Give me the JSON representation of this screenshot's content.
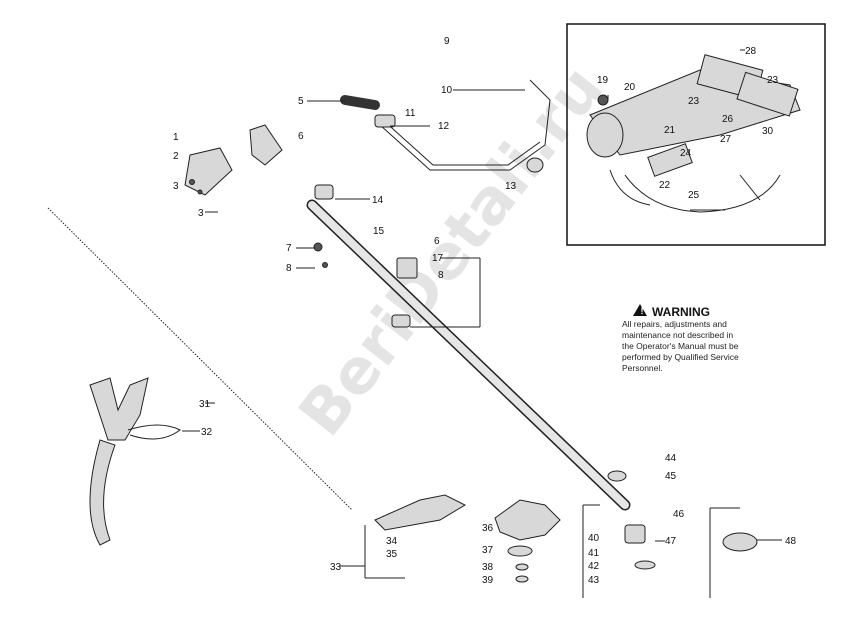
{
  "watermark": "BeriDetali.ru",
  "warning": {
    "title": "WARNING",
    "lines": [
      "All repairs, adjustments and",
      "maintenance not described in",
      "the Operator's Manual must be",
      "performed by Qualified Service",
      "Personnel."
    ]
  },
  "callouts": {
    "c1": "1",
    "c2": "2",
    "c3a": "3",
    "c3b": "3",
    "c5": "5",
    "c6a": "6",
    "c6b": "6",
    "c7": "7",
    "c8a": "8",
    "c8b": "8",
    "c9": "9",
    "c10": "10",
    "c11": "11",
    "c12": "12",
    "c13": "13",
    "c14": "14",
    "c15": "15",
    "c17": "17",
    "c19": "19",
    "c20": "20",
    "c21": "21",
    "c22": "22",
    "c23a": "23",
    "c23b": "23",
    "c24": "24",
    "c25": "25",
    "c26": "26",
    "c27": "27",
    "c28": "28",
    "c30": "30",
    "c31": "31",
    "c32": "32",
    "c33": "33",
    "c34": "34",
    "c35": "35",
    "c36": "36",
    "c37": "37",
    "c38": "38",
    "c39": "39",
    "c40": "40",
    "c41": "41",
    "c42": "42",
    "c43": "43",
    "c44": "44",
    "c45": "45",
    "c46": "46",
    "c47": "47",
    "c48": "48"
  }
}
